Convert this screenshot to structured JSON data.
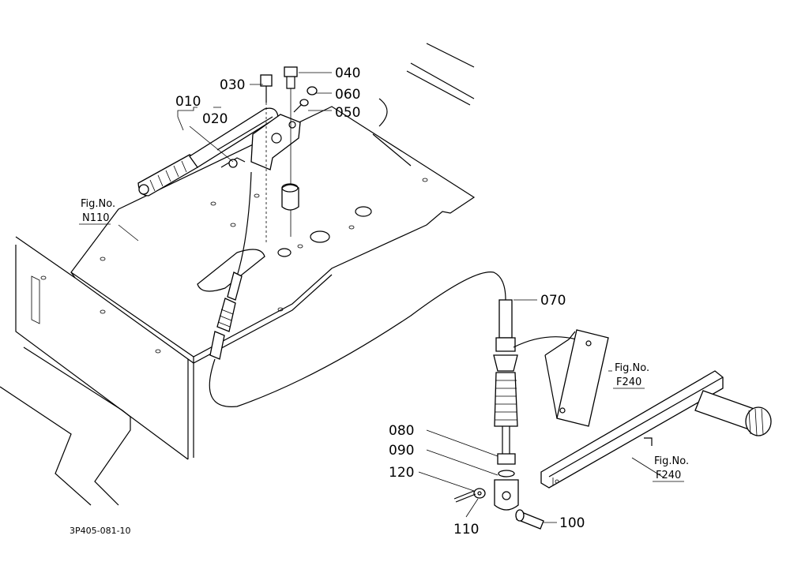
{
  "callouts": {
    "p010": "010",
    "p020": "020",
    "p030": "030",
    "p040": "040",
    "p050": "050",
    "p060": "060",
    "p070": "070",
    "p080": "080",
    "p090": "090",
    "p100": "100",
    "p110": "110",
    "p120": "120"
  },
  "fig_refs": {
    "n110": {
      "label": "Fig.No.",
      "number": "N110"
    },
    "f240_upper": {
      "label": "Fig.No.",
      "number": "F240"
    },
    "f240_lower": {
      "label": "Fig.No.",
      "number": "F240"
    }
  },
  "drawing_code": "3P405-081-10"
}
